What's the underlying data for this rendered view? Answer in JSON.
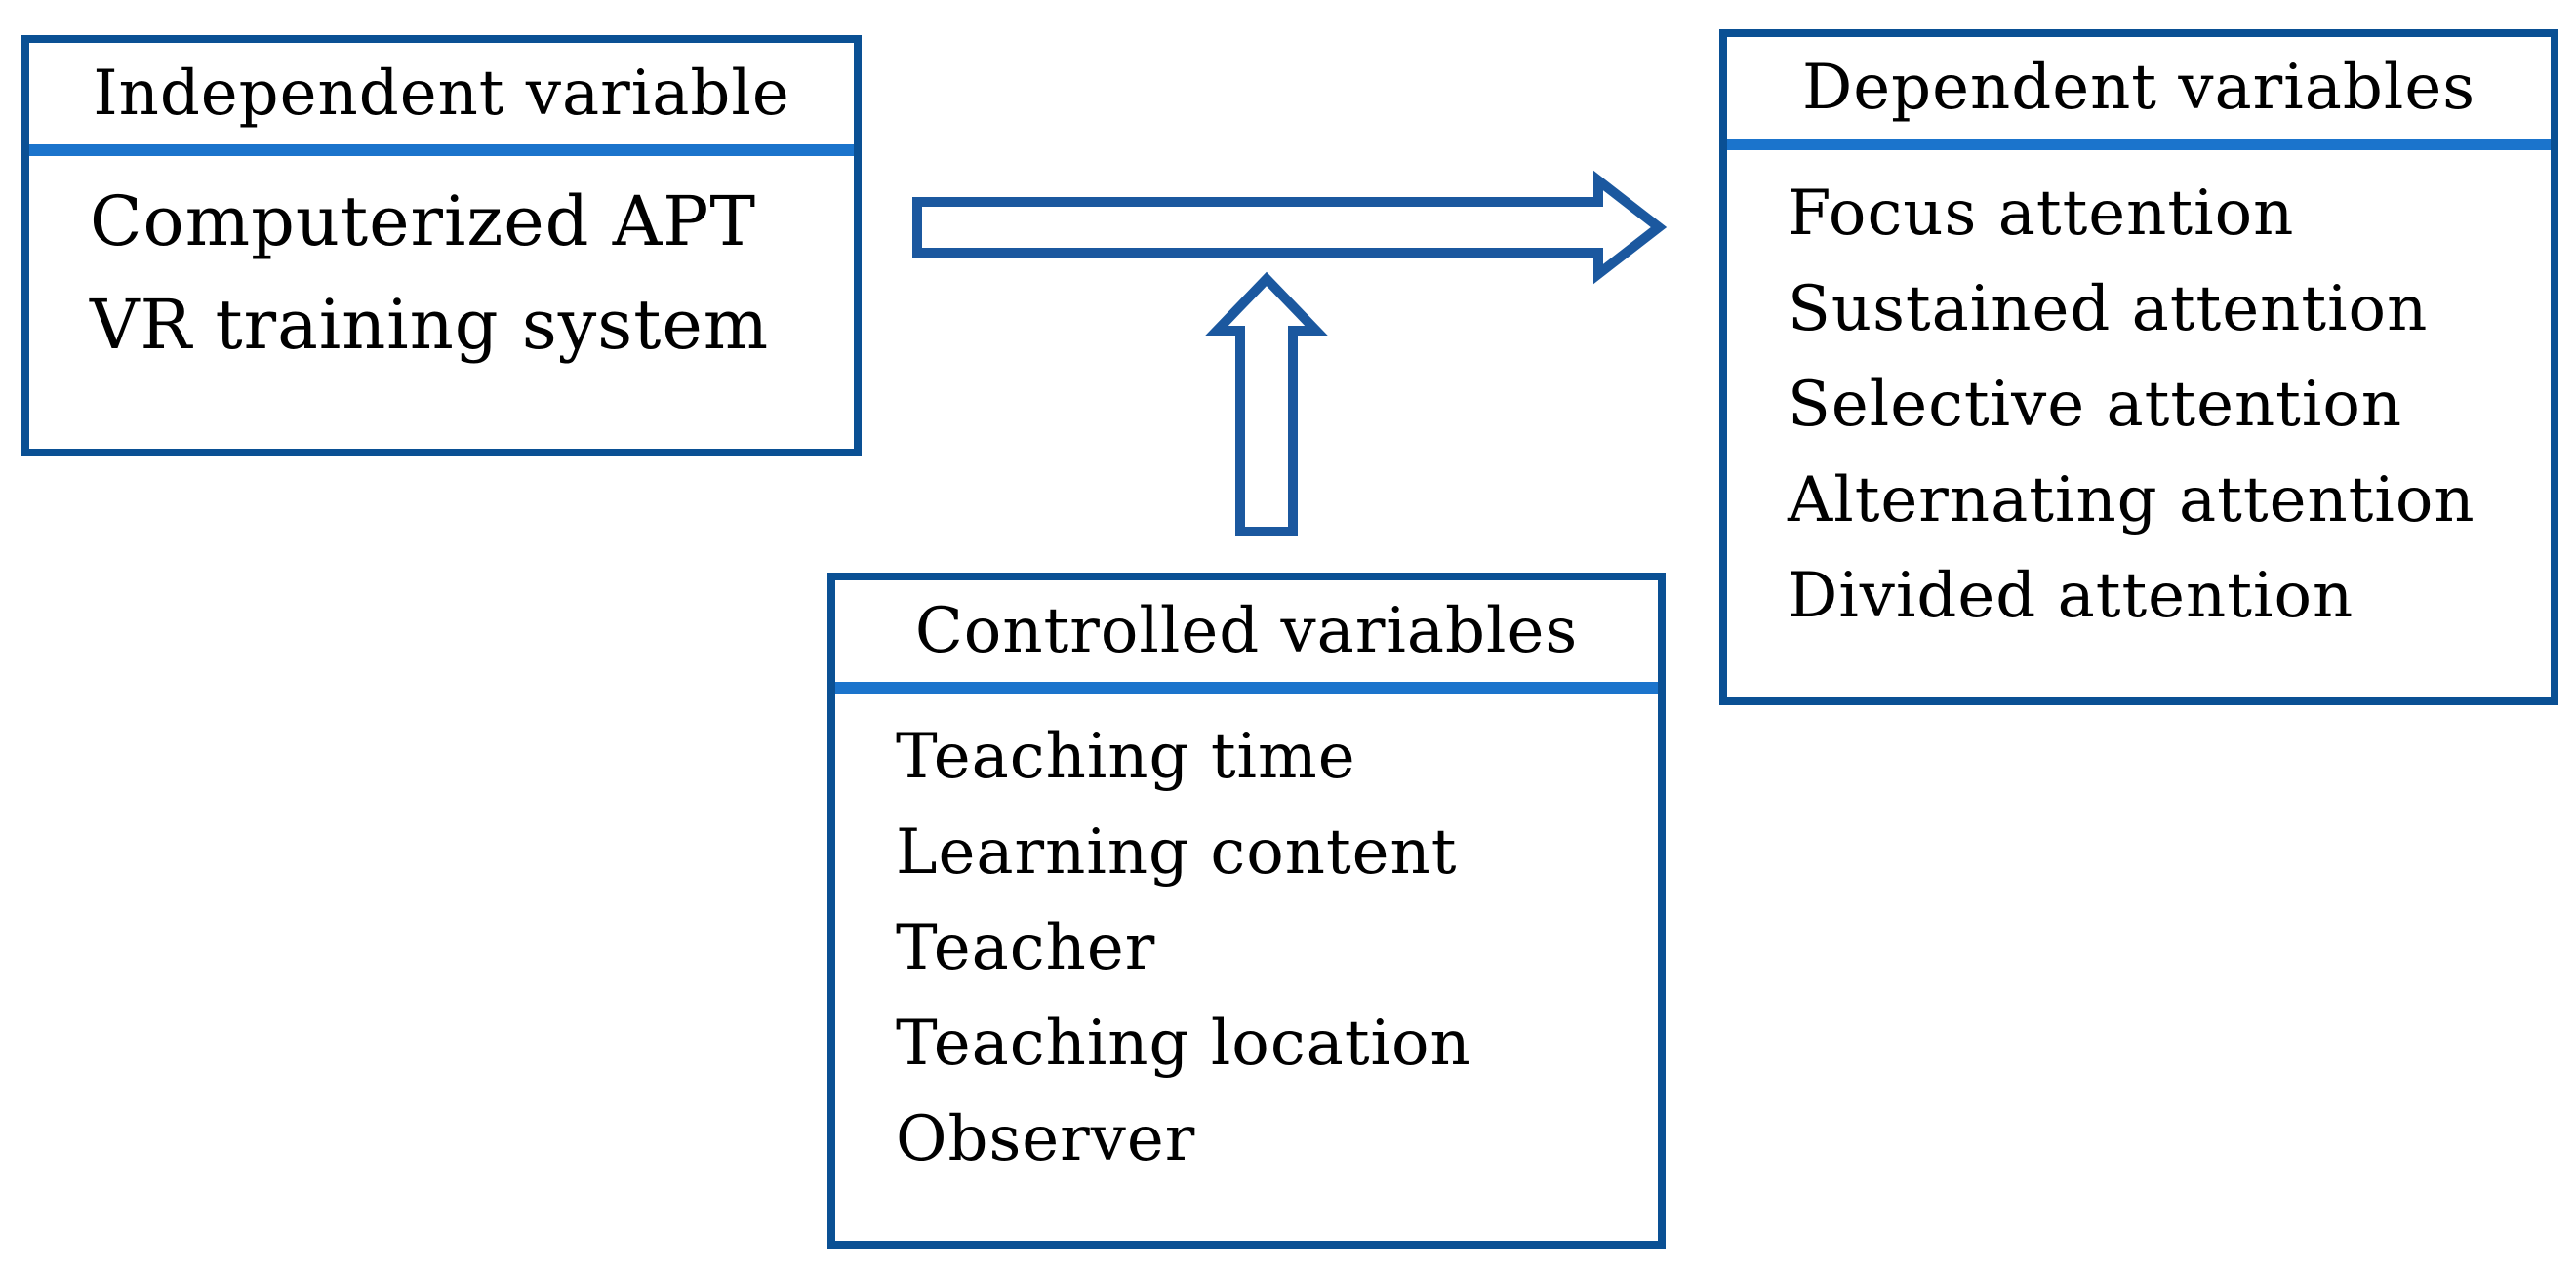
{
  "figure": {
    "boxes": {
      "independent": {
        "title": "Independent variable",
        "items": [
          "Computerized APT",
          "VR training system"
        ]
      },
      "dependent": {
        "title": "Dependent variables",
        "items": [
          "Focus attention",
          "Sustained attention",
          "Selective attention",
          "Alternating attention",
          "Divided attention"
        ]
      },
      "controlled": {
        "title": "Controlled variables",
        "items": [
          "Teaching time",
          "Learning content",
          "Teacher",
          "Teaching location",
          "Observer"
        ]
      }
    },
    "arrows": [
      {
        "name": "independent-to-dependent-arrow",
        "direction": "right"
      },
      {
        "name": "controlled-to-relationship-arrow",
        "direction": "up"
      }
    ],
    "colors": {
      "box_border": "#0A5094",
      "header_divider": "#1B74CC",
      "arrow_stroke": "#1B589F",
      "text": "#000000",
      "background": "#FFFFFF"
    }
  }
}
